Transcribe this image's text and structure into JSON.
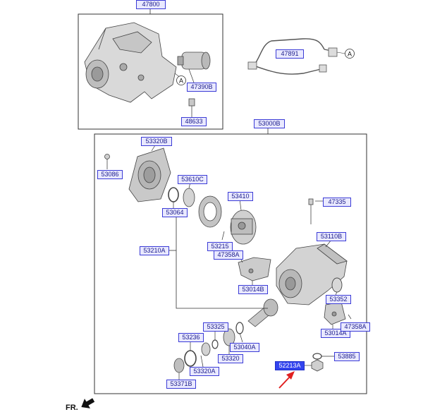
{
  "labels": {
    "p47800": "47800",
    "p47891": "47891",
    "p47390b": "47390B",
    "p48633": "48633",
    "p53000b": "53000B",
    "p53320b": "53320B",
    "p53086": "53086",
    "p53610c": "53610C",
    "p53410": "53410",
    "p47335": "47335",
    "p53064": "53064",
    "p53110b": "53110B",
    "p53215": "53215",
    "p47358a_1": "47358A",
    "p53210a": "53210A",
    "p53014b": "53014B",
    "p53352": "53352",
    "p53236": "53236",
    "p53325": "53325",
    "p53040a": "53040A",
    "p53014a": "53014A",
    "p47358a_2": "47358A",
    "p53320": "53320",
    "p53885": "53885",
    "p52213a": "52213A",
    "p53371b": "53371B",
    "p53320a": "53320A"
  },
  "callouts": {
    "a1": "A",
    "a2": "A"
  },
  "front_marker": "FR.",
  "colors": {
    "label_border": "#3b3bd6",
    "label_fill": "#e9e9ff",
    "highlight": "#3344ee",
    "pointer_arrow": "#e02020"
  }
}
